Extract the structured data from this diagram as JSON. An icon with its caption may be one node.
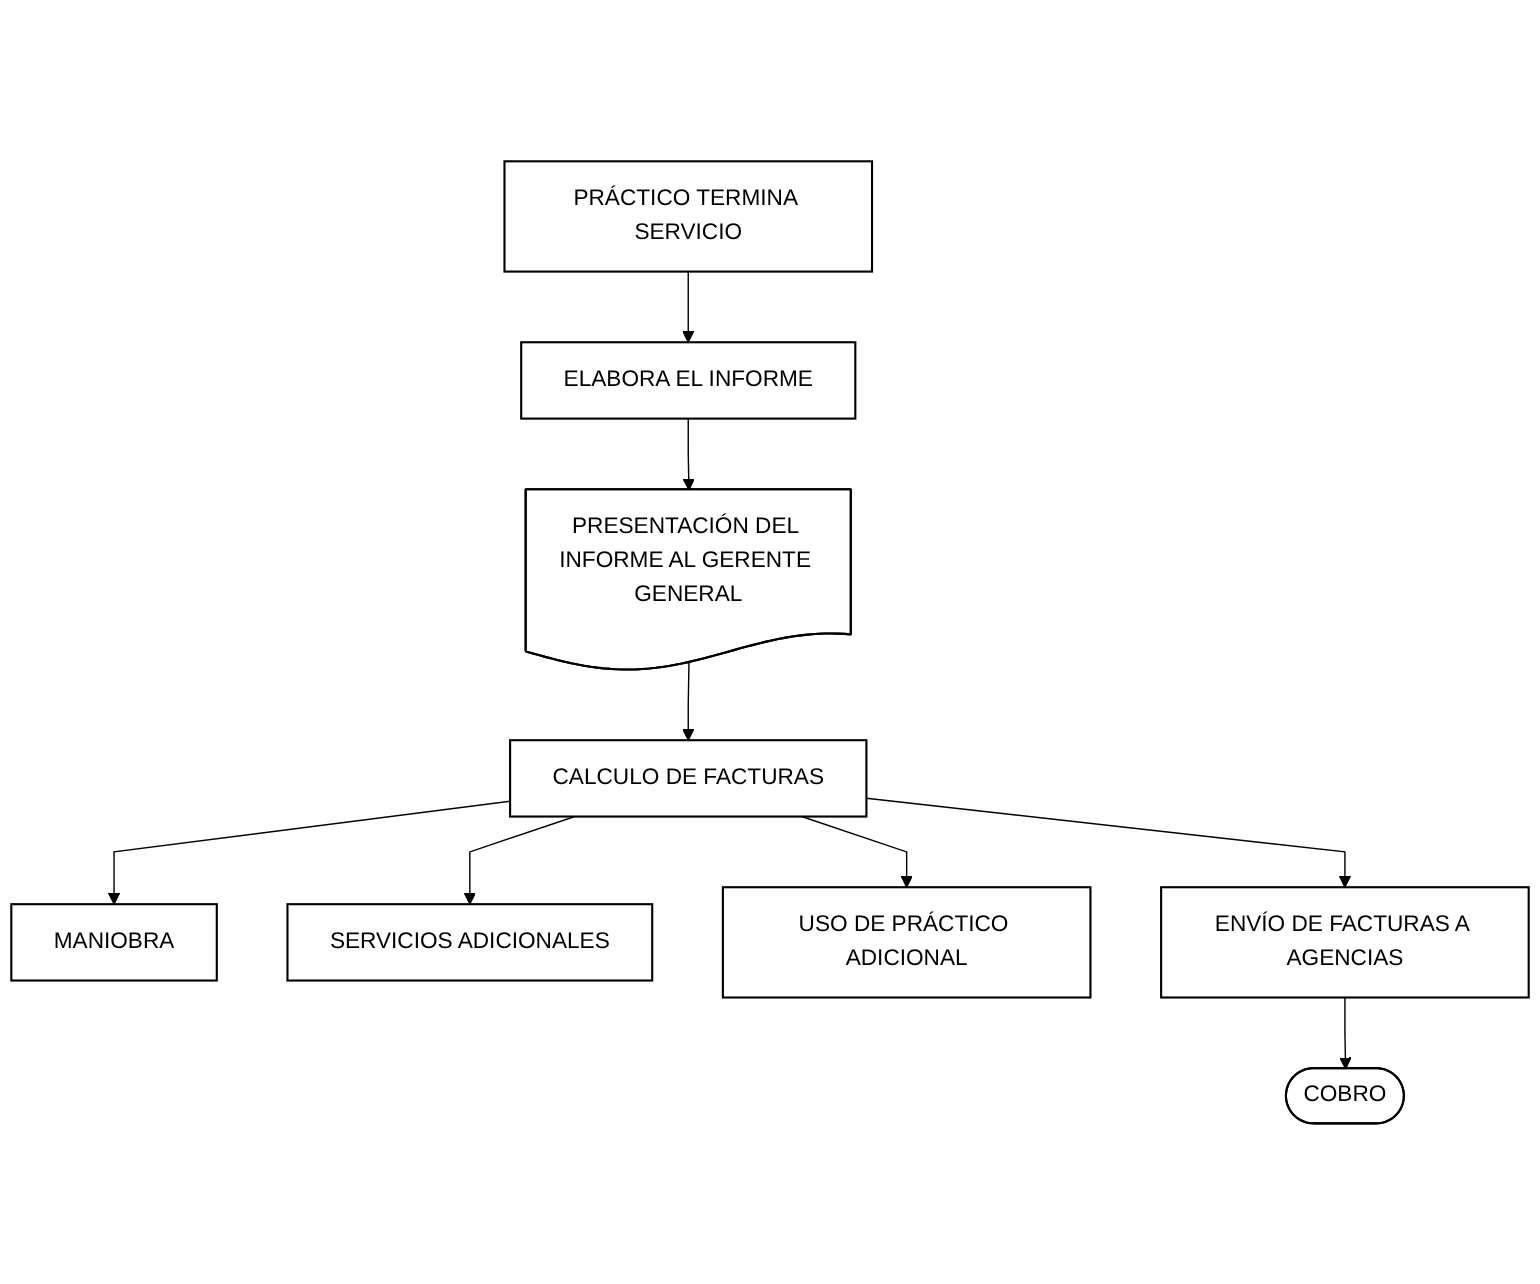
{
  "diagram": {
    "nodes": [
      {
        "text": [
          "PRÁCTICO TERMINA SERVICIO"
        ]
      },
      {
        "text": [
          "ELABORA EL INFORME"
        ]
      },
      {
        "text": [
          "PRESENTACIÓN DEL INFORME AL GERENTE GENERAL"
        ]
      },
      {
        "text": [
          "CALCULO DE FACTURAS"
        ]
      },
      {
        "text": [
          "MANIOBRA"
        ]
      },
      {
        "text": [
          "SERVICIOS ADICIONALES"
        ]
      },
      {
        "text": [
          "USO DE PRÁCTICO ADICIONAL"
        ]
      },
      {
        "text": [
          "ENVÍO DE FACTURAS A AGENCIAS"
        ]
      },
      {
        "text": [
          "COBRO"
        ]
      }
    ],
    "edges": [
      {
        "from": 0,
        "to": 1,
        "arrow": "to"
      },
      {
        "from": 1,
        "to": 2,
        "arrow": "to"
      },
      {
        "from": 2,
        "to": 3,
        "arrow": "to"
      },
      {
        "from": 3,
        "to": 4,
        "arrow": "to"
      },
      {
        "from": 3,
        "to": 5,
        "arrow": "to"
      },
      {
        "from": 3,
        "to": 6,
        "arrow": "to"
      },
      {
        "from": 3,
        "to": 7,
        "arrow": "to"
      },
      {
        "from": 7,
        "to": 8,
        "arrow": "to"
      }
    ]
  }
}
